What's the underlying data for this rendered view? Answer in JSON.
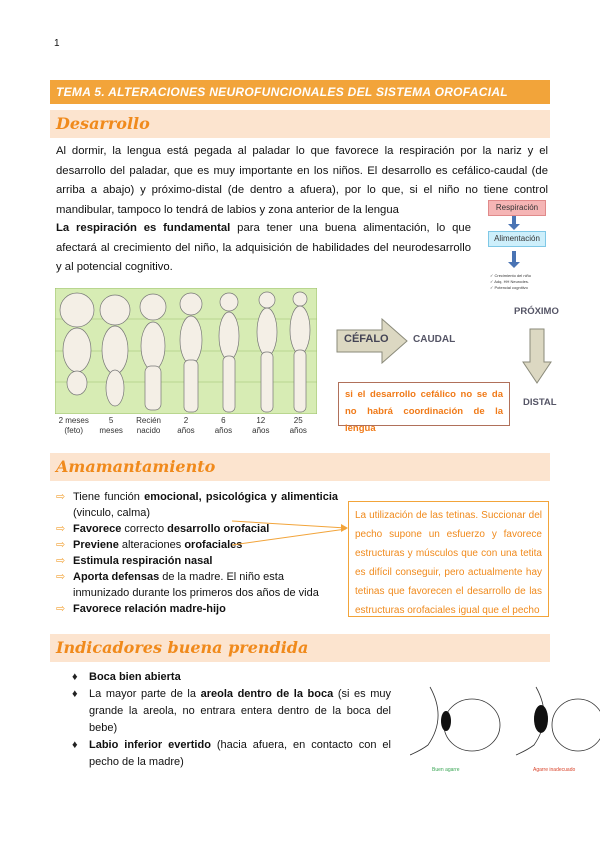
{
  "page_number": "1",
  "topic_title": "TEMA 5. ALTERACIONES NEUROFUNCIONALES DEL SISTEMA OROFACIAL",
  "desarrollo": {
    "heading": "Desarrollo",
    "para1": "Al dormir, la lengua está pegada al paladar lo que favorece la respiración por la nariz y el desarrollo del paladar, que es muy importante en los niños. El desarrollo es cefálico-caudal (de arriba a abajo) y próximo-distal (de dentro a afuera), por lo que, si el niño no tiene control mandibular, tampoco lo tendrá de labios y zona anterior de la lengua",
    "para2_bold": "La respiración es fundamental",
    "para2_rest": " para tener una buena alimentación, lo que afectará al crecimiento del niño, la adquisición de habilidades del neurodesarrollo y al potencial cognitivo.",
    "flow": {
      "box1": "Respiración",
      "box2": "Alimentación",
      "checks": [
        "Crecimiento del niño",
        "Adq. HH Neurodes.",
        "Potencial cognitivo"
      ]
    },
    "figure_labels": [
      {
        "line1": "2 meses",
        "line2": "(feto)"
      },
      {
        "line1": "5",
        "line2": "meses"
      },
      {
        "line1": "Recién",
        "line2": "nacido"
      },
      {
        "line1": "2",
        "line2": "años"
      },
      {
        "line1": "6",
        "line2": "años"
      },
      {
        "line1": "12",
        "line2": "años"
      },
      {
        "line1": "25",
        "line2": "años"
      }
    ],
    "diagram": {
      "cefalo": "CÉFALO",
      "caudal": "CAUDAL",
      "proximo": "PRÓXIMO",
      "distal": "DISTAL",
      "note": "si el desarrollo cefálico no se da no habrá coordinación de la lengua"
    }
  },
  "amamantamiento": {
    "heading": "Amamantamiento",
    "items": [
      {
        "a": "Tiene función ",
        "b": "emocional, psicológica y alimenticia",
        "c": " (vinculo, calma)"
      },
      {
        "a": "",
        "b": "Favorece",
        "c": " correcto ",
        "d": "desarrollo orofacial"
      },
      {
        "a": "",
        "b": "Previene",
        "c": " alteraciones ",
        "d": "orofaciales"
      },
      {
        "a": "",
        "b": "Estimula respiración nasal",
        "c": ""
      },
      {
        "a": "",
        "b": "Aporta defensas",
        "c": " de la madre. El niño esta inmunizado durante los primeros dos años de vida"
      },
      {
        "a": "",
        "b": "Favorece relación madre-hijo",
        "c": ""
      }
    ],
    "note": "La utilización de las tetinas. Succionar del pecho supone un esfuerzo y favorece estructuras y músculos que con una tetita es difícil conseguir, pero actualmente hay tetinas que favorecen el desarrollo de las estructuras orofaciales igual que el pecho"
  },
  "indicadores": {
    "heading": "Indicadores buena prendida",
    "items": [
      {
        "b": "Boca bien abierta",
        "c": ""
      },
      {
        "a": "La mayor parte de la ",
        "b": "areola dentro de la boca",
        "c": " (si es muy grande la areola, no entrara entera dentro de la boca del bebe)"
      },
      {
        "b": "Labio inferior evertido",
        "c": " (hacia afuera, en contacto con el pecho de la madre)"
      }
    ],
    "captions": {
      "good": "Buen agarre",
      "bad": "Agarre inadecuado"
    }
  },
  "colors": {
    "accent": "#f2a43a",
    "band": "#fce4cf",
    "good": "#3aa655",
    "bad": "#d9442b"
  }
}
